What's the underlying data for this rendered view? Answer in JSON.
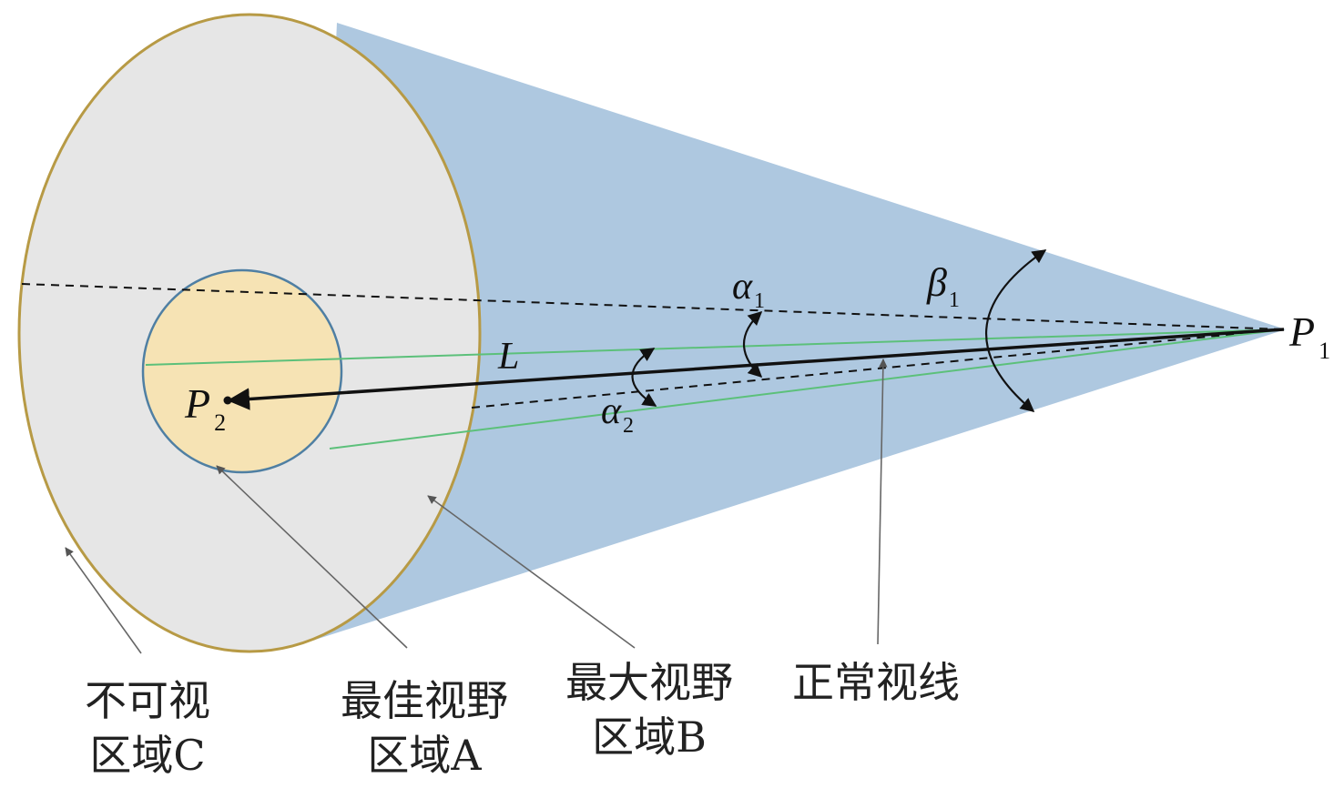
{
  "symbols": {
    "p1": "P",
    "p1_sub": "1",
    "p2": "P",
    "p2_sub": "2",
    "l": "L",
    "alpha1": "α",
    "alpha1_sub": "1",
    "alpha2": "α",
    "alpha2_sub": "2",
    "beta1": "β",
    "beta1_sub": "1"
  },
  "labels": {
    "invisible_l1": "不可视",
    "invisible_l2": "区域C",
    "best_l1": "最佳视野",
    "best_l2": "区域A",
    "max_l1": "最大视野",
    "max_l2": "区域B",
    "sightline": "正常视线"
  },
  "colors": {
    "cone": "#aec8e0",
    "outer_disc": "#e6e6e6",
    "outer_rim": "#b79a45",
    "inner_disc": "#f6e3b4",
    "inner_rim": "#4f7fa3",
    "green": "#5cc07a",
    "line": "#111111",
    "pointer": "#666666"
  }
}
